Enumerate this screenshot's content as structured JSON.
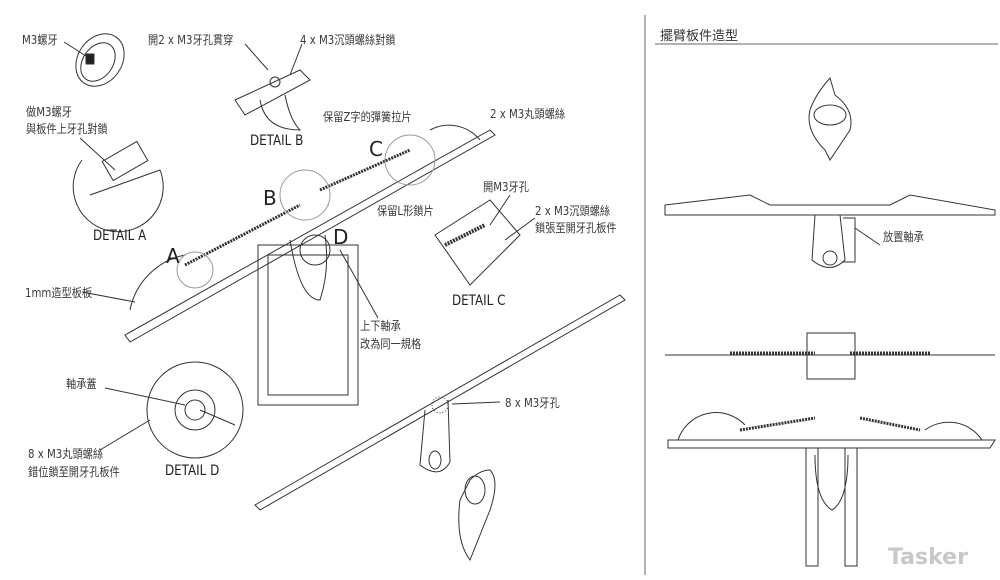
{
  "left_panel": {
    "callouts": {
      "m3_thread": "M3螺牙",
      "open_2_m3_through": "開2 x M3牙孔貫穿",
      "4_m3_countersunk": "4 x M3沉頭螺絲對鎖",
      "make_m3_thread_1": "做M3螺牙",
      "make_m3_thread_2": "與板件上牙孔對鎖",
      "keep_z_spring": "保留Z字的彈簧拉片",
      "2_m3_round_head": "2 x M3丸頭螺絲",
      "keep_l_lock": "保留L形鎖片",
      "open_m3_hole": "開M3牙孔",
      "2_m3_countersunk_1": "2 x M3沉頭螺絲",
      "2_m3_countersunk_2": "鎖張至開牙孔板件",
      "plate_1mm": "1mm造型板板",
      "bearing_1": "上下軸承",
      "bearing_2": "改為同一規格",
      "bearing_cap": "軸承蓋",
      "8_m3_holes": "8 x M3牙孔",
      "8_m3_round_1": "8 x M3丸頭螺絲",
      "8_m3_round_2": "錯位鎖至開牙孔板件"
    },
    "details": {
      "a": "DETAIL A",
      "b": "DETAIL B",
      "c": "DETAIL C",
      "d": "DETAIL D"
    },
    "letters": {
      "a": "A",
      "b": "B",
      "c": "C",
      "d": "D"
    }
  },
  "right_panel": {
    "title": "擺臂板件造型",
    "callout_bearing": "放置軸承"
  },
  "watermark": "Tasker"
}
